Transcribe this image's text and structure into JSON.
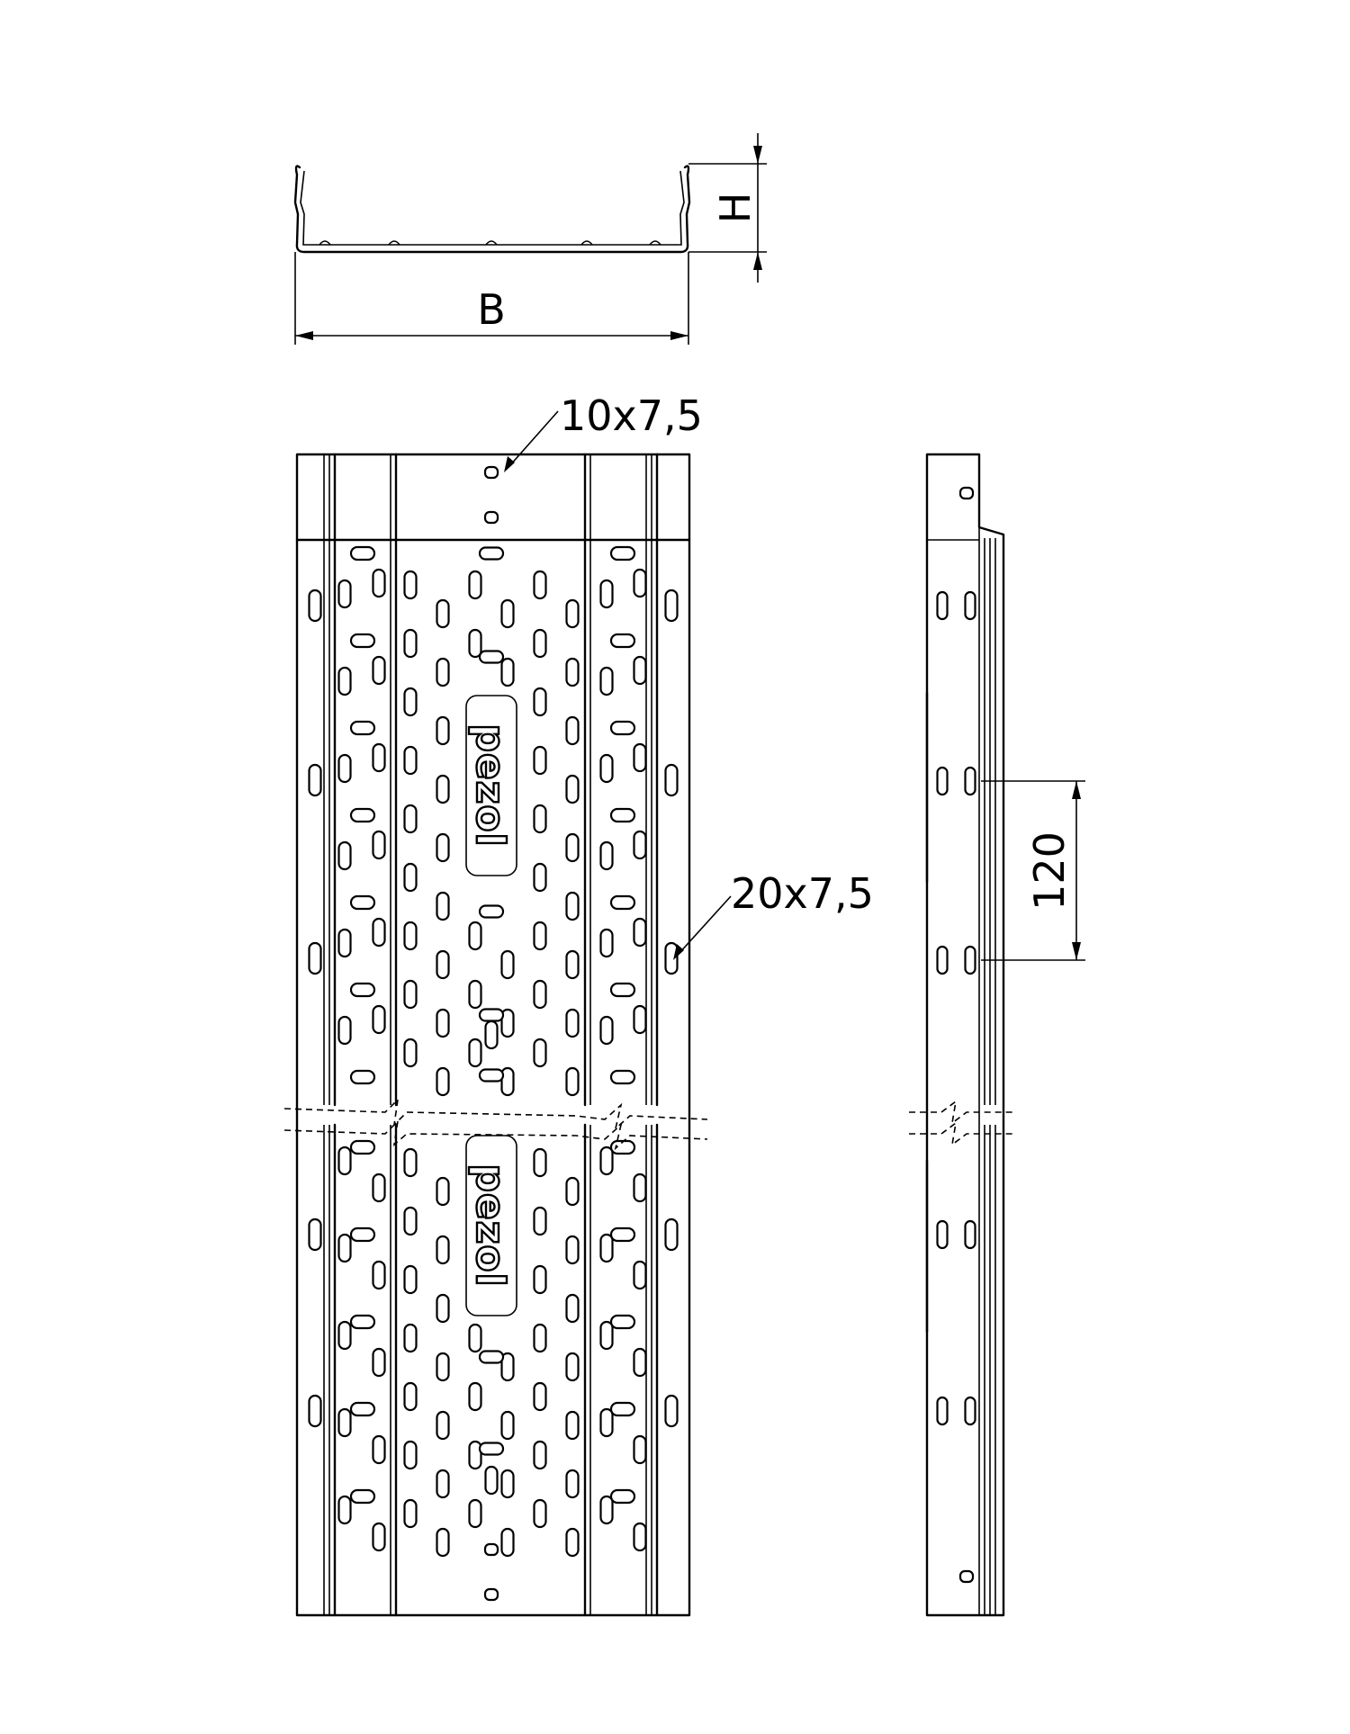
{
  "labels": {
    "width": "B",
    "height": "H",
    "small_hole": "10x7,5",
    "side_hole": "20x7,5",
    "pitch": "120"
  },
  "logo": "pezol",
  "colors": {
    "line": "#000000",
    "background": "#ffffff"
  }
}
